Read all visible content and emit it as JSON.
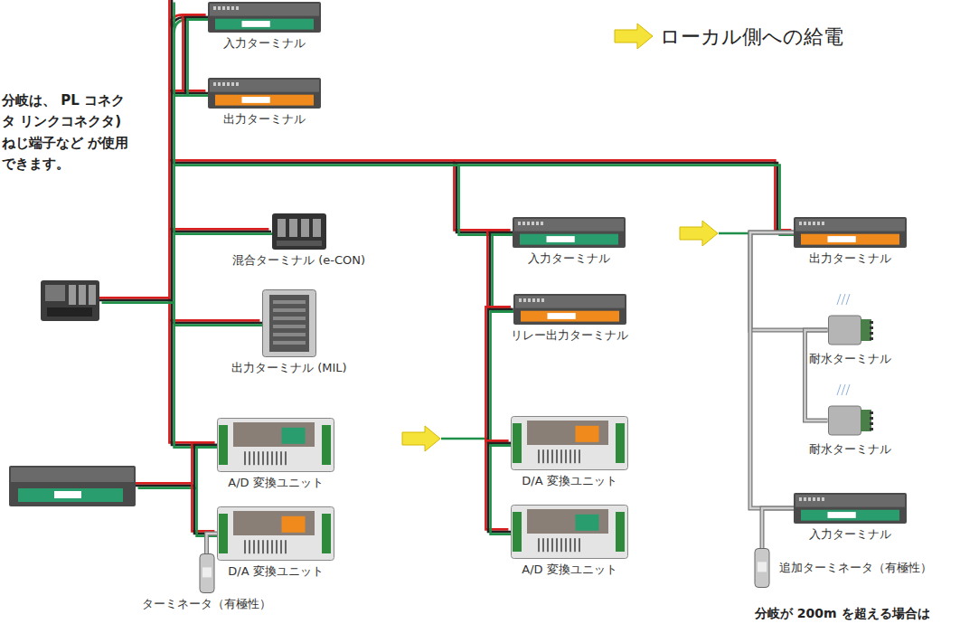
{
  "diagram": {
    "nodes": [
      {
        "text": [
          "入力ターミナル"
        ]
      },
      {
        "text": [
          "出力ターミナル"
        ]
      },
      {
        "text": [
          "混合ターミナル (e-CON)"
        ]
      },
      {
        "text": [
          "出力ターミナル (MIL)"
        ]
      },
      {
        "text": [
          "A/D 変換ユニット"
        ]
      },
      {
        "text": [
          "D/A 変換ユニット"
        ]
      },
      {
        "text": [
          "ターミネータ（有極性）"
        ]
      },
      {
        "text": [
          "入力ターミナル"
        ]
      },
      {
        "text": [
          "リレー出力ターミナル"
        ]
      },
      {
        "text": [
          "D/A 変換ユニット"
        ]
      },
      {
        "text": [
          "A/D 変換ユニット"
        ]
      },
      {
        "text": [
          "出力ターミナル"
        ]
      },
      {
        "text": [
          "耐水ターミナル"
        ]
      },
      {
        "text": [
          "耐水ターミナル"
        ]
      },
      {
        "text": [
          "入力ターミナル"
        ]
      },
      {
        "text": [
          "追加ターミネータ（有極性）"
        ]
      }
    ],
    "edges": [
      {
        "from": 0,
        "to": 1,
        "arrow": "none"
      },
      {
        "from": 4,
        "to": 5,
        "arrow": "none"
      },
      {
        "from": 5,
        "to": 6,
        "arrow": "none"
      },
      {
        "from": 7,
        "to": 8,
        "arrow": "none"
      },
      {
        "from": 8,
        "to": 9,
        "arrow": "none"
      },
      {
        "from": 9,
        "to": 10,
        "arrow": "none"
      },
      {
        "from": 11,
        "to": 12,
        "arrow": "none"
      },
      {
        "from": 12,
        "to": 13,
        "arrow": "none"
      },
      {
        "from": 11,
        "to": 14,
        "arrow": "none"
      },
      {
        "from": 14,
        "to": 15,
        "arrow": "none"
      }
    ],
    "labels": [
      "分岐は、 PL コネクタ リンクコネクタ) ねじ端子など が使用できます。",
      "分岐が 200m を超える場合は"
    ],
    "legend": [
      {
        "text": "ローカル側への給電"
      }
    ]
  }
}
